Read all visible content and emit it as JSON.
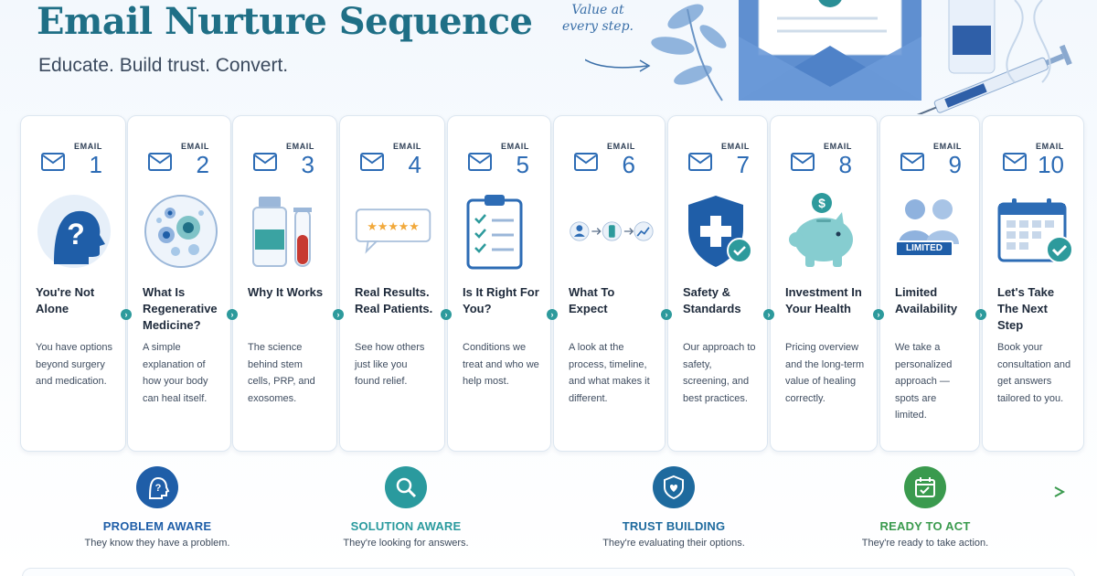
{
  "header": {
    "title": "Email Nurture Sequence",
    "subtitle": "Educate. Build trust. Convert.",
    "tagline": "Value at every step."
  },
  "email_label": "EMAIL",
  "emails": [
    {
      "num": "1",
      "title": "You're Not Alone",
      "desc": "You have options beyond surgery and medication.",
      "icon": "head-question-icon"
    },
    {
      "num": "2",
      "title": "What Is Regenerative Medicine?",
      "desc": "A simple explanation of how your body can heal itself.",
      "icon": "cells-petri-dish-icon"
    },
    {
      "num": "3",
      "title": "Why It Works",
      "desc": "The science behind stem cells, PRP, and exosomes.",
      "icon": "vial-and-tube-icon"
    },
    {
      "num": "4",
      "title": "Real Results. Real Patients.",
      "desc": "See how others just like you found relief.",
      "icon": "five-star-review-icon"
    },
    {
      "num": "5",
      "title": "Is It Right For You?",
      "desc": "Conditions we treat and who we help most.",
      "icon": "checklist-clipboard-icon"
    },
    {
      "num": "6",
      "title": "What To Expect",
      "desc": "A look at the process, timeline, and what makes it different.",
      "icon": "process-flow-icon"
    },
    {
      "num": "7",
      "title": "Safety & Standards",
      "desc": "Our approach to safety, screening, and best practices.",
      "icon": "shield-check-icon"
    },
    {
      "num": "8",
      "title": "Investment In Your Health",
      "desc": "Pricing overview and the long-term value of healing correctly.",
      "icon": "piggy-bank-icon"
    },
    {
      "num": "9",
      "title": "Limited Availability",
      "desc": "We take a personalized approach — spots are limited.",
      "icon": "limited-people-icon",
      "badge": "LIMITED"
    },
    {
      "num": "10",
      "title": "Let's Take The Next Step",
      "desc": "Book your consultation and get answers tailored to you.",
      "icon": "calendar-check-icon"
    }
  ],
  "stages": [
    {
      "label": "PROBLEM AWARE",
      "desc": "They know they have a problem.",
      "color": "#1f5ea8",
      "icon": "head-question-icon"
    },
    {
      "label": "SOLUTION AWARE",
      "desc": "They're looking for answers.",
      "color": "#2a9a9e",
      "icon": "magnifier-icon"
    },
    {
      "label": "TRUST BUILDING",
      "desc": "They're evaluating their options.",
      "color": "#1e6a9e",
      "icon": "shield-heart-icon"
    },
    {
      "label": "READY TO ACT",
      "desc": "They're ready to take action.",
      "color": "#3a9a4e",
      "icon": "calendar-check-icon"
    }
  ],
  "colors": {
    "title": "#1f6f86",
    "accent_blue": "#2d6cb5",
    "teal": "#2d9a9c"
  }
}
